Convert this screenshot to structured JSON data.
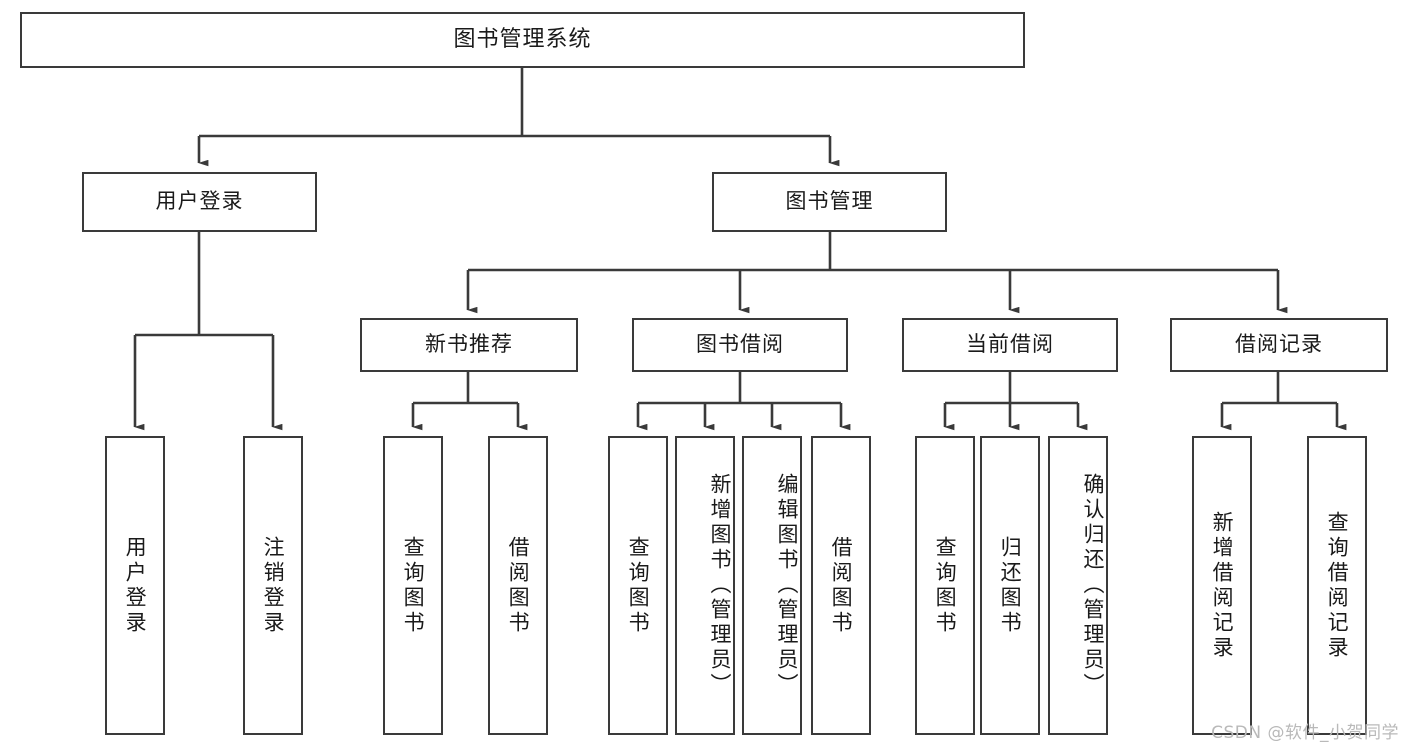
{
  "diagram": {
    "title": "图书管理系统",
    "type": "tree-hierarchy",
    "root": {
      "id": "root",
      "label": "图书管理系统",
      "orientation": "horizontal"
    },
    "level2": [
      {
        "id": "user-login",
        "label": "用户登录",
        "orientation": "horizontal"
      },
      {
        "id": "book-manage",
        "label": "图书管理",
        "orientation": "horizontal"
      }
    ],
    "level3": [
      {
        "id": "new-book-rec",
        "label": "新书推荐",
        "orientation": "horizontal",
        "parent": "book-manage"
      },
      {
        "id": "book-borrow",
        "label": "图书借阅",
        "orientation": "horizontal",
        "parent": "book-manage"
      },
      {
        "id": "current-borrow",
        "label": "当前借阅",
        "orientation": "horizontal",
        "parent": "book-manage"
      },
      {
        "id": "borrow-record",
        "label": "借阅记录",
        "orientation": "horizontal",
        "parent": "book-manage"
      }
    ],
    "leaves": [
      {
        "id": "leaf-user-login",
        "label": "用户登录",
        "parent": "user-login"
      },
      {
        "id": "leaf-logout-login",
        "label": "注销登录",
        "parent": "user-login"
      },
      {
        "id": "leaf-query-book-1",
        "label": "查询图书",
        "parent": "new-book-rec"
      },
      {
        "id": "leaf-borrow-book-1",
        "label": "借阅图书",
        "parent": "new-book-rec"
      },
      {
        "id": "leaf-query-book-2",
        "label": "查询图书",
        "parent": "book-borrow"
      },
      {
        "id": "leaf-add-book",
        "label": "新增图书（管理员）",
        "parent": "book-borrow"
      },
      {
        "id": "leaf-edit-book",
        "label": "编辑图书（管理员）",
        "parent": "book-borrow"
      },
      {
        "id": "leaf-borrow-book-2",
        "label": "借阅图书",
        "parent": "book-borrow"
      },
      {
        "id": "leaf-query-book-3",
        "label": "查询图书",
        "parent": "current-borrow"
      },
      {
        "id": "leaf-return-book",
        "label": "归还图书",
        "parent": "current-borrow"
      },
      {
        "id": "leaf-confirm-return",
        "label": "确认归还（管理员）",
        "parent": "current-borrow"
      },
      {
        "id": "leaf-add-record",
        "label": "新增借阅记录",
        "parent": "borrow-record"
      },
      {
        "id": "leaf-query-record",
        "label": "查询借阅记录",
        "parent": "borrow-record"
      }
    ],
    "colors": {
      "stroke": "#3a3a3a",
      "fill": "#ffffff",
      "text": "#1a1a1a",
      "watermark": "#b9b9b9"
    }
  },
  "watermark": {
    "text": "CSDN @软件_小贺同学"
  }
}
